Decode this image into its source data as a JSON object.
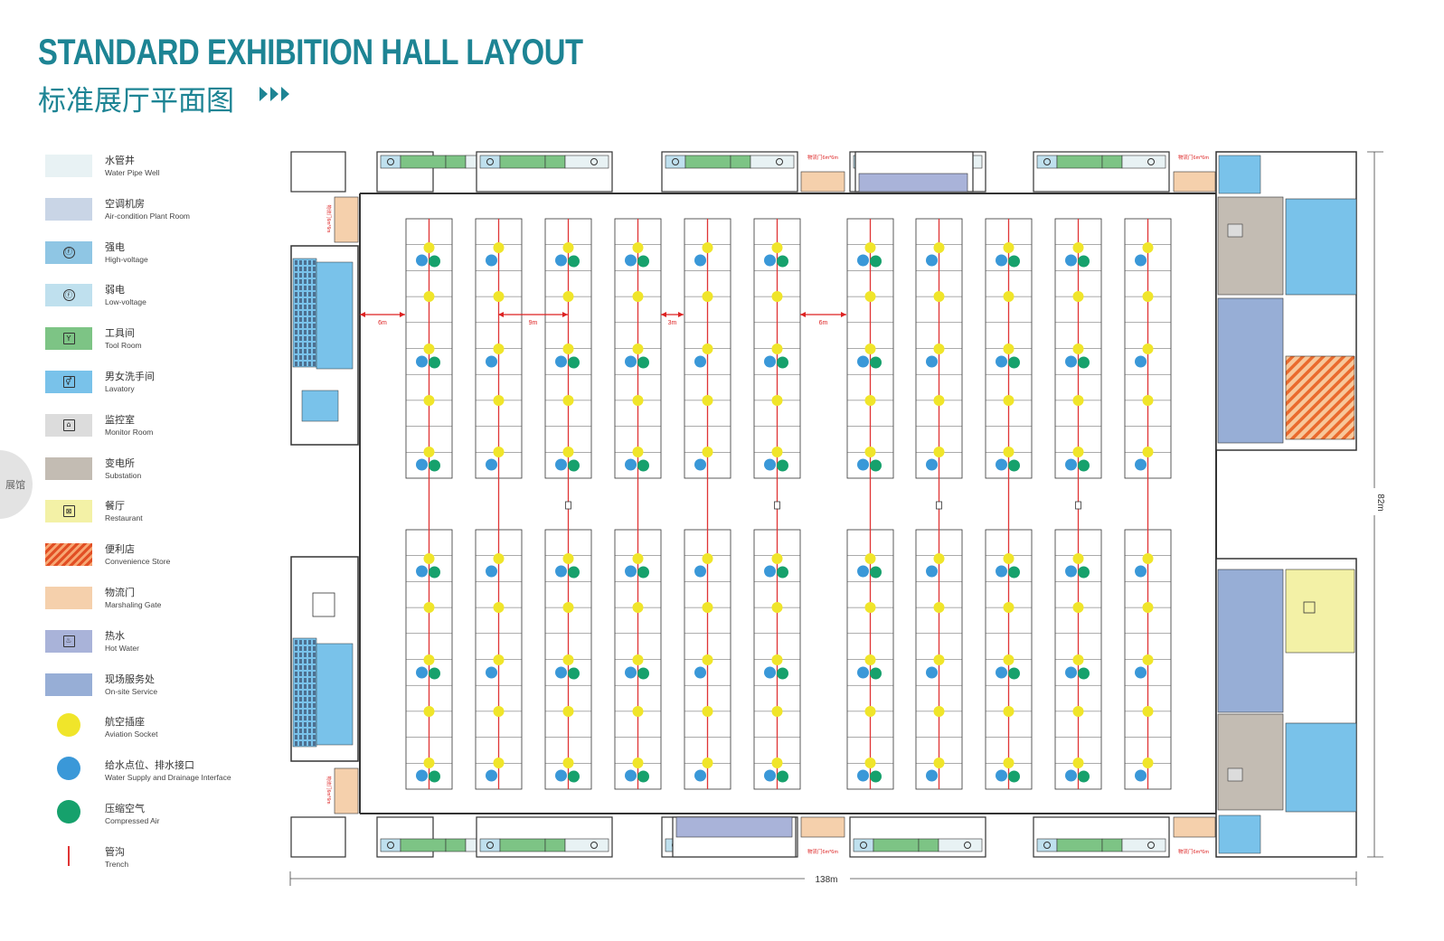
{
  "header": {
    "title_en": "STANDARD EXHIBITION HALL LAYOUT",
    "title_cn": "标准展厅平面图"
  },
  "side_tab": {
    "label": "展馆"
  },
  "legend": [
    {
      "cn": "水管井",
      "en": "Water Pipe Well",
      "color": "#e8f2f4",
      "icon": "",
      "shape": "rect"
    },
    {
      "cn": "空调机房",
      "en": "Air-condition Plant Room",
      "color": "#c9d5e6",
      "icon": "",
      "shape": "rect"
    },
    {
      "cn": "强电",
      "en": "High-voltage",
      "color": "#8fc6e4",
      "icon": "high-voltage-icon",
      "shape": "rect"
    },
    {
      "cn": "弱电",
      "en": "Low-voltage",
      "color": "#bfe0ee",
      "icon": "low-voltage-icon",
      "shape": "rect"
    },
    {
      "cn": "工具间",
      "en": "Tool Room",
      "color": "#7dc485",
      "icon": "tool-room-icon",
      "shape": "rect"
    },
    {
      "cn": "男女洗手间",
      "en": "Lavatory",
      "color": "#79c2ea",
      "icon": "lavatory-icon",
      "shape": "rect"
    },
    {
      "cn": "监控室",
      "en": "Monitor Room",
      "color": "#dcdcdc",
      "icon": "monitor-room-icon",
      "shape": "rect"
    },
    {
      "cn": "变电所",
      "en": "Substation",
      "color": "#c3bcb3",
      "icon": "",
      "shape": "rect"
    },
    {
      "cn": "餐厅",
      "en": "Restaurant",
      "color": "#f3f1a6",
      "icon": "restaurant-icon",
      "shape": "rect"
    },
    {
      "cn": "便利店",
      "en": "Convenience Store",
      "color": "#f07f3c",
      "icon": "",
      "shape": "hatch"
    },
    {
      "cn": "物流门",
      "en": "Marshaling Gate",
      "color": "#f5d0ac",
      "icon": "",
      "shape": "rect"
    },
    {
      "cn": "热水",
      "en": "Hot Water",
      "color": "#a9b3d9",
      "icon": "hot-water-icon",
      "shape": "rect"
    },
    {
      "cn": "现场服务处",
      "en": "On-site Service",
      "color": "#97aed6",
      "icon": "",
      "shape": "rect"
    },
    {
      "cn": "航空插座",
      "en": "Aviation Socket",
      "color": "#f0e52a",
      "icon": "",
      "shape": "dot"
    },
    {
      "cn": "给水点位、排水接口",
      "en": "Water Supply and Drainage Interface",
      "color": "#3a98d8",
      "icon": "",
      "shape": "dot"
    },
    {
      "cn": "压缩空气",
      "en": "Compressed Air",
      "color": "#16a16c",
      "icon": "",
      "shape": "dot"
    },
    {
      "cn": "管沟",
      "en": "Trench",
      "color": "#e03535",
      "icon": "",
      "shape": "line"
    }
  ],
  "plan": {
    "dim_width": "138m",
    "dim_height": "82m",
    "spacings": [
      "6m",
      "9m",
      "3m",
      "6m"
    ],
    "gate_label": "物流门6m*6m",
    "gate_label_side": "物流门6m*6m"
  }
}
